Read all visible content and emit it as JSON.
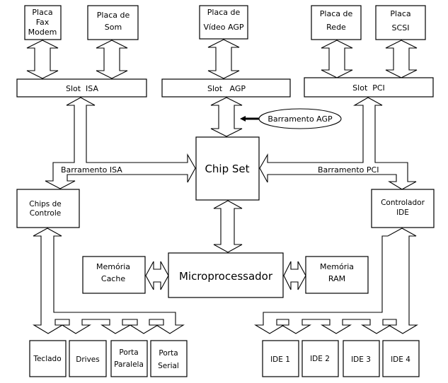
{
  "diagram": {
    "expansion_cards": {
      "fax_modem": [
        "Placa",
        "Fax",
        "Modem"
      ],
      "sound": [
        "Placa de",
        "Som"
      ],
      "video_agp": [
        "Placa de",
        "Vídeo AGP"
      ],
      "network": [
        "Placa de",
        "Rede"
      ],
      "scsi": [
        "Placa",
        "SCSI"
      ]
    },
    "slots": {
      "isa": "Slot  ISA",
      "agp": "Slot   AGP",
      "pci": "Slot  PCI"
    },
    "chipset": "Chip Set",
    "control_chips": [
      "Chips de",
      "Controle"
    ],
    "ide_controller": [
      "Controlador",
      "IDE"
    ],
    "cache": [
      "Memória",
      "Cache"
    ],
    "cpu": "Microprocessador",
    "ram": [
      "Memória",
      "RAM"
    ],
    "buses": {
      "isa": "Barramento ISA",
      "pci": "Barramento PCI",
      "agp": "Barramento AGP"
    },
    "peripherals": {
      "keyboard": "Teclado",
      "drives": "Drives",
      "parallel": [
        "Porta",
        "Paralela"
      ],
      "serial": [
        "Porta",
        "Serial"
      ]
    },
    "ide_devices": [
      "IDE 1",
      "IDE 2",
      "IDE 3",
      "IDE 4"
    ]
  }
}
